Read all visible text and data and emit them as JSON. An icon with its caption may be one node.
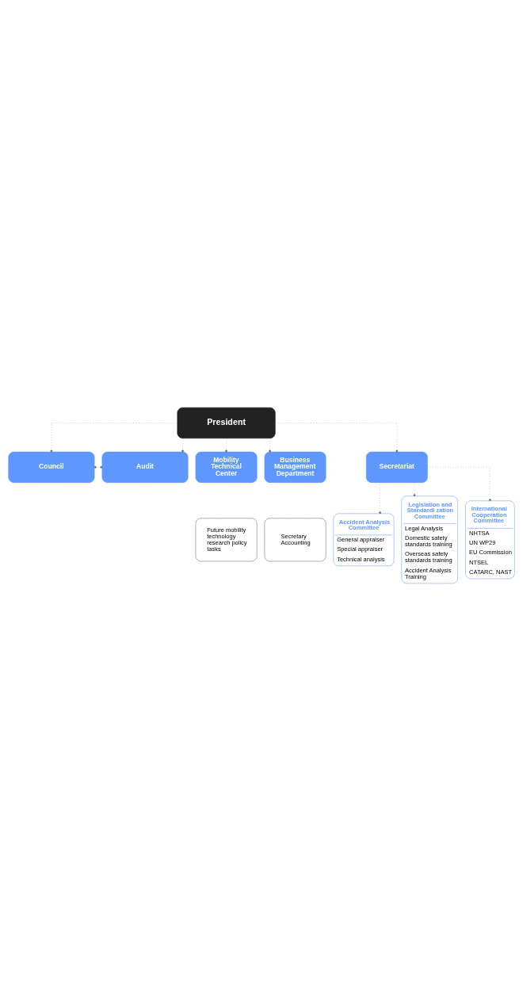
{
  "diagram": {
    "nodes": [
      {
        "text": [
          "President"
        ]
      },
      {
        "text": [
          "Council"
        ]
      },
      {
        "text": [
          "Audit"
        ]
      },
      {
        "text": [
          "Mobility Technical Center"
        ]
      },
      {
        "text": [
          "Future mobility technology research policy tasks"
        ]
      },
      {
        "text": [
          "Business Management Department"
        ]
      },
      {
        "text": [
          "Secretary",
          "Accounting"
        ]
      },
      {
        "text": [
          "Secretariat"
        ]
      },
      {
        "text": [
          "Accident Analysis Committee",
          "General appraiser",
          "Special appraiser",
          "Technical analysis"
        ]
      },
      {
        "text": [
          "Legislation and Standardi zation Committee",
          "Legal Analysis",
          "Domestic safety standards training",
          "Overseas safety standards training",
          "Accident Analysis Training"
        ]
      },
      {
        "text": [
          "International Cooperation Committee",
          "NHTSA",
          "UN WP29",
          "EU Commission",
          "NTSEL",
          "CATARC, NAST"
        ]
      }
    ],
    "edges": [
      {
        "from": 0,
        "to": 1,
        "arrow": "other",
        "style": "dashed"
      },
      {
        "from": 0,
        "to": 2,
        "arrow": "other",
        "style": "dashed"
      },
      {
        "from": 1,
        "to": 2,
        "arrow": "other",
        "style": "dashed"
      },
      {
        "from": 0,
        "to": 3,
        "arrow": "other",
        "style": "dashed"
      },
      {
        "from": 0,
        "to": 5,
        "arrow": "other",
        "style": "dashed"
      },
      {
        "from": 0,
        "to": 7,
        "arrow": "other",
        "style": "dashed"
      },
      {
        "from": 7,
        "to": 8,
        "arrow": "other",
        "style": "dashed"
      },
      {
        "from": 7,
        "to": 9,
        "arrow": "other",
        "style": "dashed"
      },
      {
        "from": 7,
        "to": 10,
        "arrow": "other",
        "style": "dashed"
      }
    ]
  }
}
